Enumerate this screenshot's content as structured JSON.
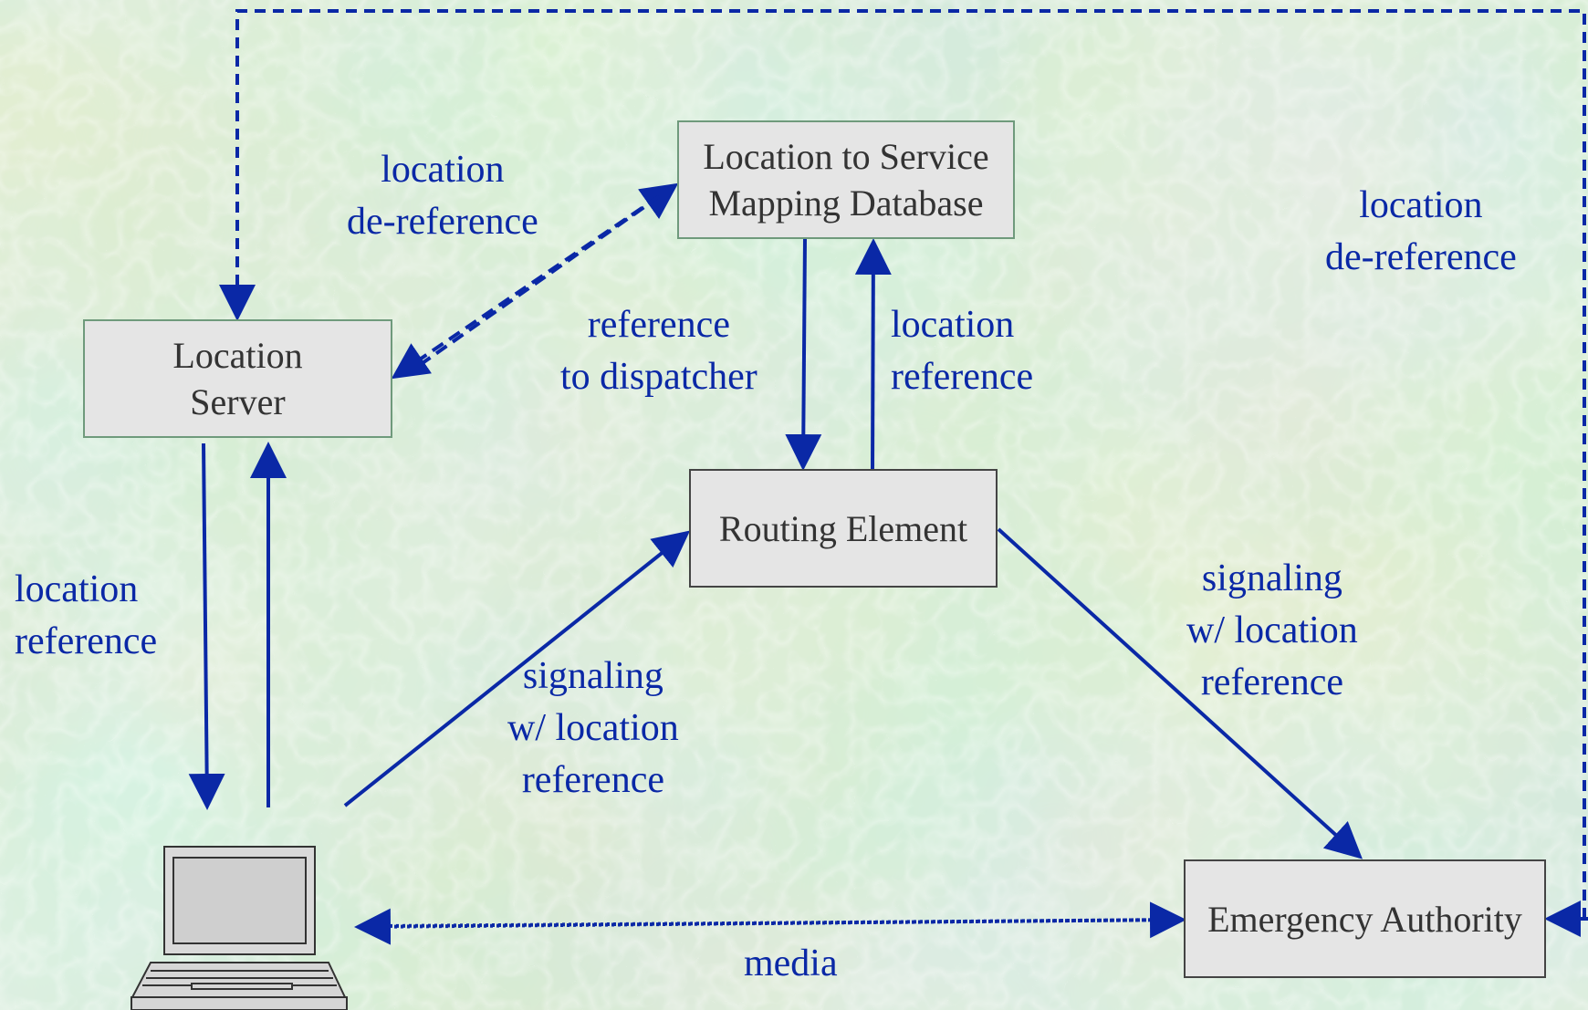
{
  "colors": {
    "arrow": "#0a28a6",
    "box_fill": "#e5e5e5",
    "box_text": "#333333",
    "background": "#b6dcc0"
  },
  "nodes": {
    "lost_db": {
      "line1": "Location to Service",
      "line2": "Mapping Database"
    },
    "location_server": {
      "line1": "Location",
      "line2": "Server"
    },
    "routing_element": {
      "label": "Routing Element"
    },
    "emergency_authority": {
      "label": "Emergency Authority"
    },
    "end_device": {
      "icon": "laptop-icon"
    }
  },
  "labels": {
    "location_dereference_left": {
      "line1": "location",
      "line2": "de-reference"
    },
    "location_dereference_right": {
      "line1": "location",
      "line2": "de-reference"
    },
    "reference_to_dispatcher": {
      "line1": "reference",
      "line2": "to dispatcher"
    },
    "location_reference_top": {
      "line1": "location",
      "line2": "reference"
    },
    "location_reference_left": {
      "line1": "location",
      "line2": "reference"
    },
    "signaling_left": {
      "line1": "signaling",
      "line2": "w/ location",
      "line3": "reference"
    },
    "signaling_right": {
      "line1": "signaling",
      "line2": "w/ location",
      "line3": "reference"
    },
    "media": "media"
  }
}
